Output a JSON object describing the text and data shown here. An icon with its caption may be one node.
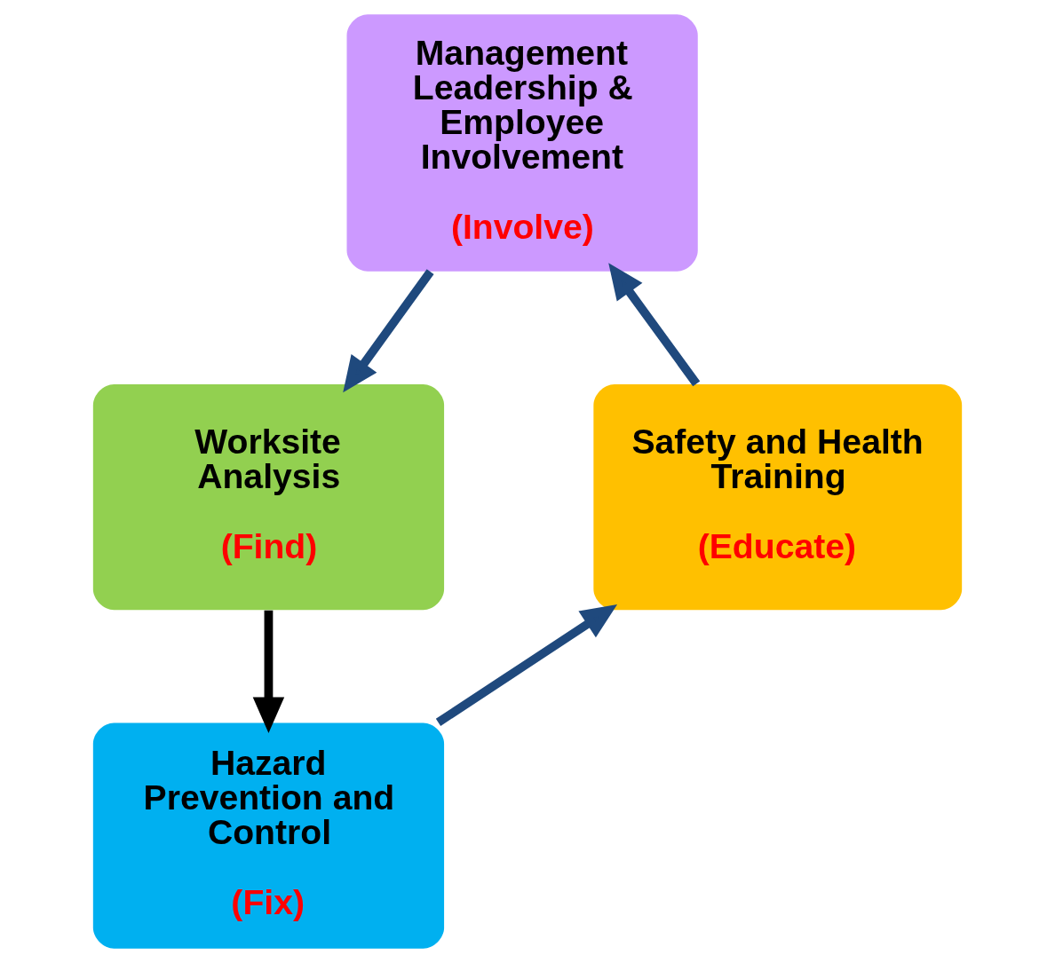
{
  "diagram": {
    "nodes": [
      {
        "text": [
          "Management Leadership & Employee Involvement",
          "(Involve)"
        ]
      },
      {
        "text": [
          "Worksite Analysis",
          "(Find)"
        ]
      },
      {
        "text": [
          "Hazard Prevention and Control",
          "(Fix)"
        ]
      },
      {
        "text": [
          "Safety and Health Training",
          "(Educate)"
        ]
      }
    ],
    "edges": [
      {
        "from": 0,
        "to": 1,
        "arrow": "to"
      },
      {
        "from": 1,
        "to": 2,
        "arrow": "to",
        "color": "#000000"
      },
      {
        "from": 2,
        "to": 3,
        "arrow": "to"
      },
      {
        "from": 3,
        "to": 0,
        "arrow": "to"
      }
    ]
  }
}
